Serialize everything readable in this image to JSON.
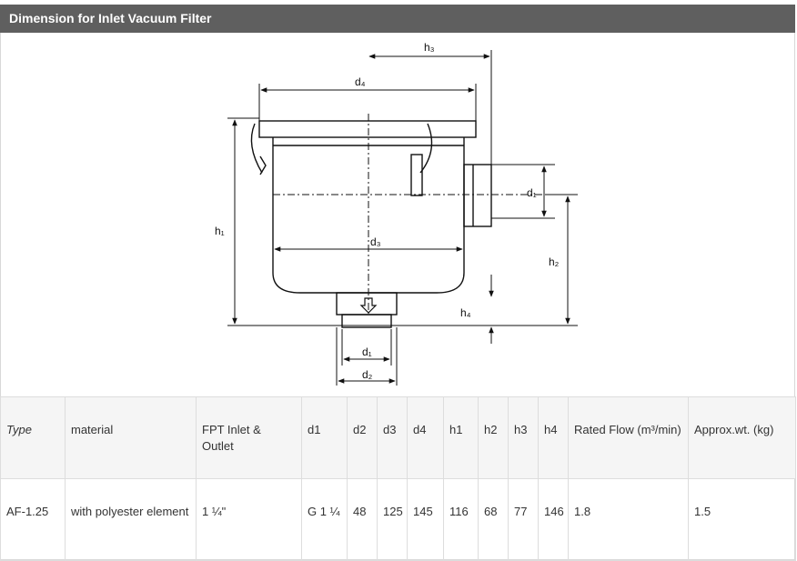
{
  "title": "Dimension for Inlet Vacuum Filter",
  "drawing_labels": {
    "h3": "h₃",
    "d4": "d₄",
    "h1": "h₁",
    "d1_side": "d₁",
    "d3": "d₃",
    "h2": "h₂",
    "h4": "h₄",
    "d1_bottom": "d₁",
    "d2": "d₂"
  },
  "table": {
    "headers": [
      "Type",
      "material",
      "FPT Inlet & Outlet",
      "d1",
      "d2",
      "d3",
      "d4",
      "h1",
      "h2",
      "h3",
      "h4",
      "Rated Flow (m³/min)",
      "Approx.wt. (kg)"
    ],
    "rows": [
      [
        "AF-1.25",
        "with polyester element",
        "1 ¼\"",
        "G 1 ¼",
        "48",
        "125",
        "145",
        "116",
        "68",
        "77",
        "146",
        "1.8",
        "1.5"
      ]
    ]
  }
}
